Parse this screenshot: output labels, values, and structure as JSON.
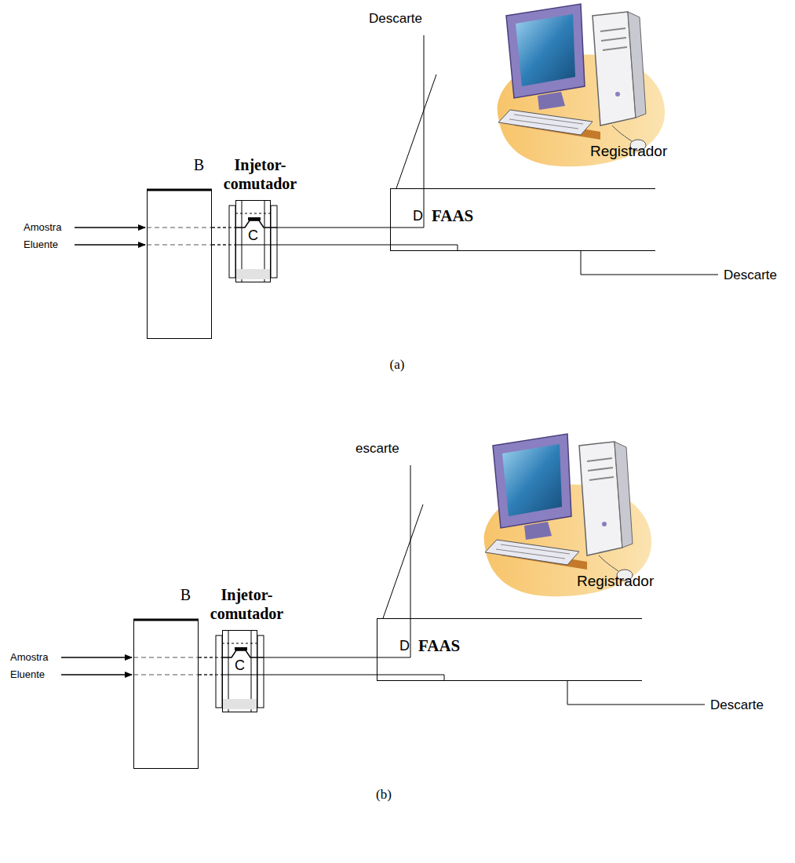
{
  "diagram": {
    "nodes": [
      {
        "text": [
          "B"
        ]
      },
      {
        "text": [
          "Injetor- comutador",
          "C"
        ]
      },
      {
        "text": [
          "D",
          "FAAS"
        ]
      },
      {
        "text": [
          "B"
        ]
      },
      {
        "text": [
          "Injetor- comutador",
          "C"
        ]
      },
      {
        "text": [
          "D",
          "FAAS"
        ]
      }
    ],
    "edges": [
      {
        "from": 0,
        "to": 1,
        "arrow": "none"
      },
      {
        "from": 0,
        "to": 1,
        "arrow": "none"
      },
      {
        "from": 1,
        "to": 2,
        "arrow": "none"
      },
      {
        "from": 3,
        "to": 4,
        "arrow": "none"
      },
      {
        "from": 3,
        "to": 4,
        "arrow": "none"
      },
      {
        "from": 4,
        "to": 5,
        "arrow": "none"
      }
    ],
    "labels": [
      "Amostra",
      "Eluente",
      "Descarte",
      "Descarte",
      "Registrador",
      "(a)",
      "Amostra",
      "Eluente",
      "escarte",
      "Descarte",
      "Registrador",
      "(b)"
    ]
  }
}
